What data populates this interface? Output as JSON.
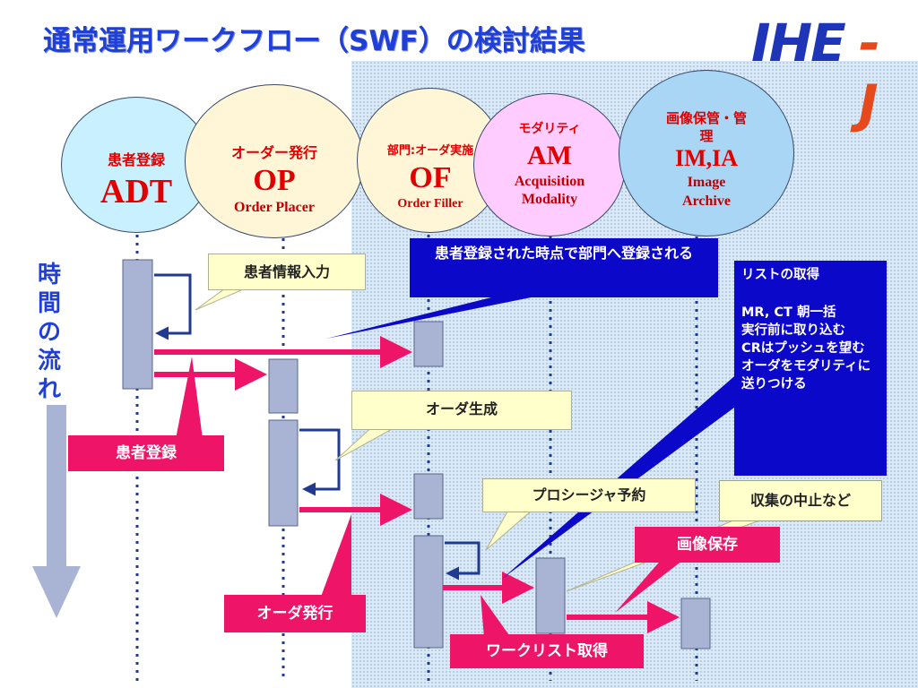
{
  "title": "通常運用ワークフロー（SWF）の検討結果",
  "logo": {
    "main": "IHE",
    "suffix": "- J"
  },
  "actors": [
    {
      "jp": "患者登録",
      "code": "ADT",
      "en": ""
    },
    {
      "jp": "オーダー発行",
      "code": "OP",
      "en": "Order Placer"
    },
    {
      "jp": "部門:オーダ実施",
      "code": "OF",
      "en": "Order Filler"
    },
    {
      "jp": "モダリティ",
      "code": "AM",
      "en": "Acquisition Modality"
    },
    {
      "jp": "画像保管・管理",
      "code": "IM,IA",
      "en": "Image Archive"
    }
  ],
  "time_axis": [
    "時",
    "間",
    "の",
    "流",
    "れ"
  ],
  "callouts": {
    "patient_info_input": "患者情報入力",
    "order_generation": "オーダ生成",
    "procedure_reservation": "プロシージャ予約",
    "cancel_collection": "収集の中止など"
  },
  "blue_boxes": {
    "registration_note": "患者登録された時点で部門へ登録される",
    "worklist_title": "リストの取得",
    "worklist_lines": [
      "MR, CT 朝一括",
      "実行前に取り込む",
      "CRはプッシュを望む",
      "オーダをモダリティに送りつける"
    ]
  },
  "pink_labels": {
    "patient_registration": "患者登録",
    "order_issue": "オーダ発行",
    "worklist_get": "ワークリスト取得",
    "image_store": "画像保存"
  },
  "colors": {
    "title": "#1f3fd6",
    "arrow_pink": "#ee1467",
    "blue_box": "#0b08c9",
    "callout": "#ffffcc",
    "activation": "#a9b3d3",
    "lifeline": "#1f3a8f"
  }
}
